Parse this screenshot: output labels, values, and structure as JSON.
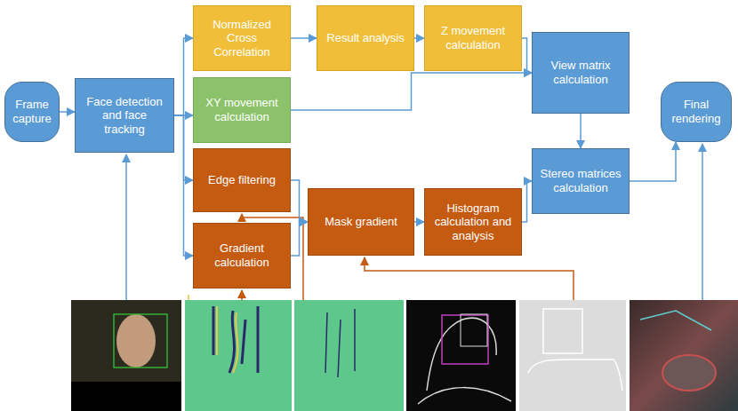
{
  "diagram": {
    "nodes": [
      {
        "text": [
          "Frame capture"
        ]
      },
      {
        "text": [
          "Face detection and face tracking"
        ]
      },
      {
        "text": [
          "Normalized Cross Correlation"
        ]
      },
      {
        "text": [
          "Result analysis"
        ]
      },
      {
        "text": [
          "Z movement calculation"
        ]
      },
      {
        "text": [
          "View matrix calculation"
        ]
      },
      {
        "text": [
          "XY movement calculation"
        ]
      },
      {
        "text": [
          "Final rendering"
        ]
      },
      {
        "text": [
          "Edge filtering"
        ]
      },
      {
        "text": [
          "Stereo matrices calculation"
        ]
      },
      {
        "text": [
          "Mask gradient"
        ]
      },
      {
        "text": [
          "Histogram calculation and analysis"
        ]
      },
      {
        "text": [
          "Gradient calculation"
        ]
      }
    ],
    "edges": [
      {
        "from": 0,
        "to": 1,
        "arrow": "to"
      },
      {
        "from": 1,
        "to": 2,
        "arrow": "to"
      },
      {
        "from": 1,
        "to": 6,
        "arrow": "to"
      },
      {
        "from": 1,
        "to": 8,
        "arrow": "to"
      },
      {
        "from": 1,
        "to": 12,
        "arrow": "to"
      },
      {
        "from": 2,
        "to": 3,
        "arrow": "to"
      },
      {
        "from": 3,
        "to": 4,
        "arrow": "to"
      },
      {
        "from": 4,
        "to": 5,
        "arrow": "to"
      },
      {
        "from": 6,
        "to": 5,
        "arrow": "to"
      },
      {
        "from": 5,
        "to": 9,
        "arrow": "to"
      },
      {
        "from": 9,
        "to": 7,
        "arrow": "to"
      },
      {
        "from": 8,
        "to": 10,
        "arrow": "to"
      },
      {
        "from": 12,
        "to": 10,
        "arrow": "to"
      },
      {
        "from": 10,
        "to": 11,
        "arrow": "to"
      },
      {
        "from": 11,
        "to": 9,
        "arrow": "to"
      }
    ]
  }
}
